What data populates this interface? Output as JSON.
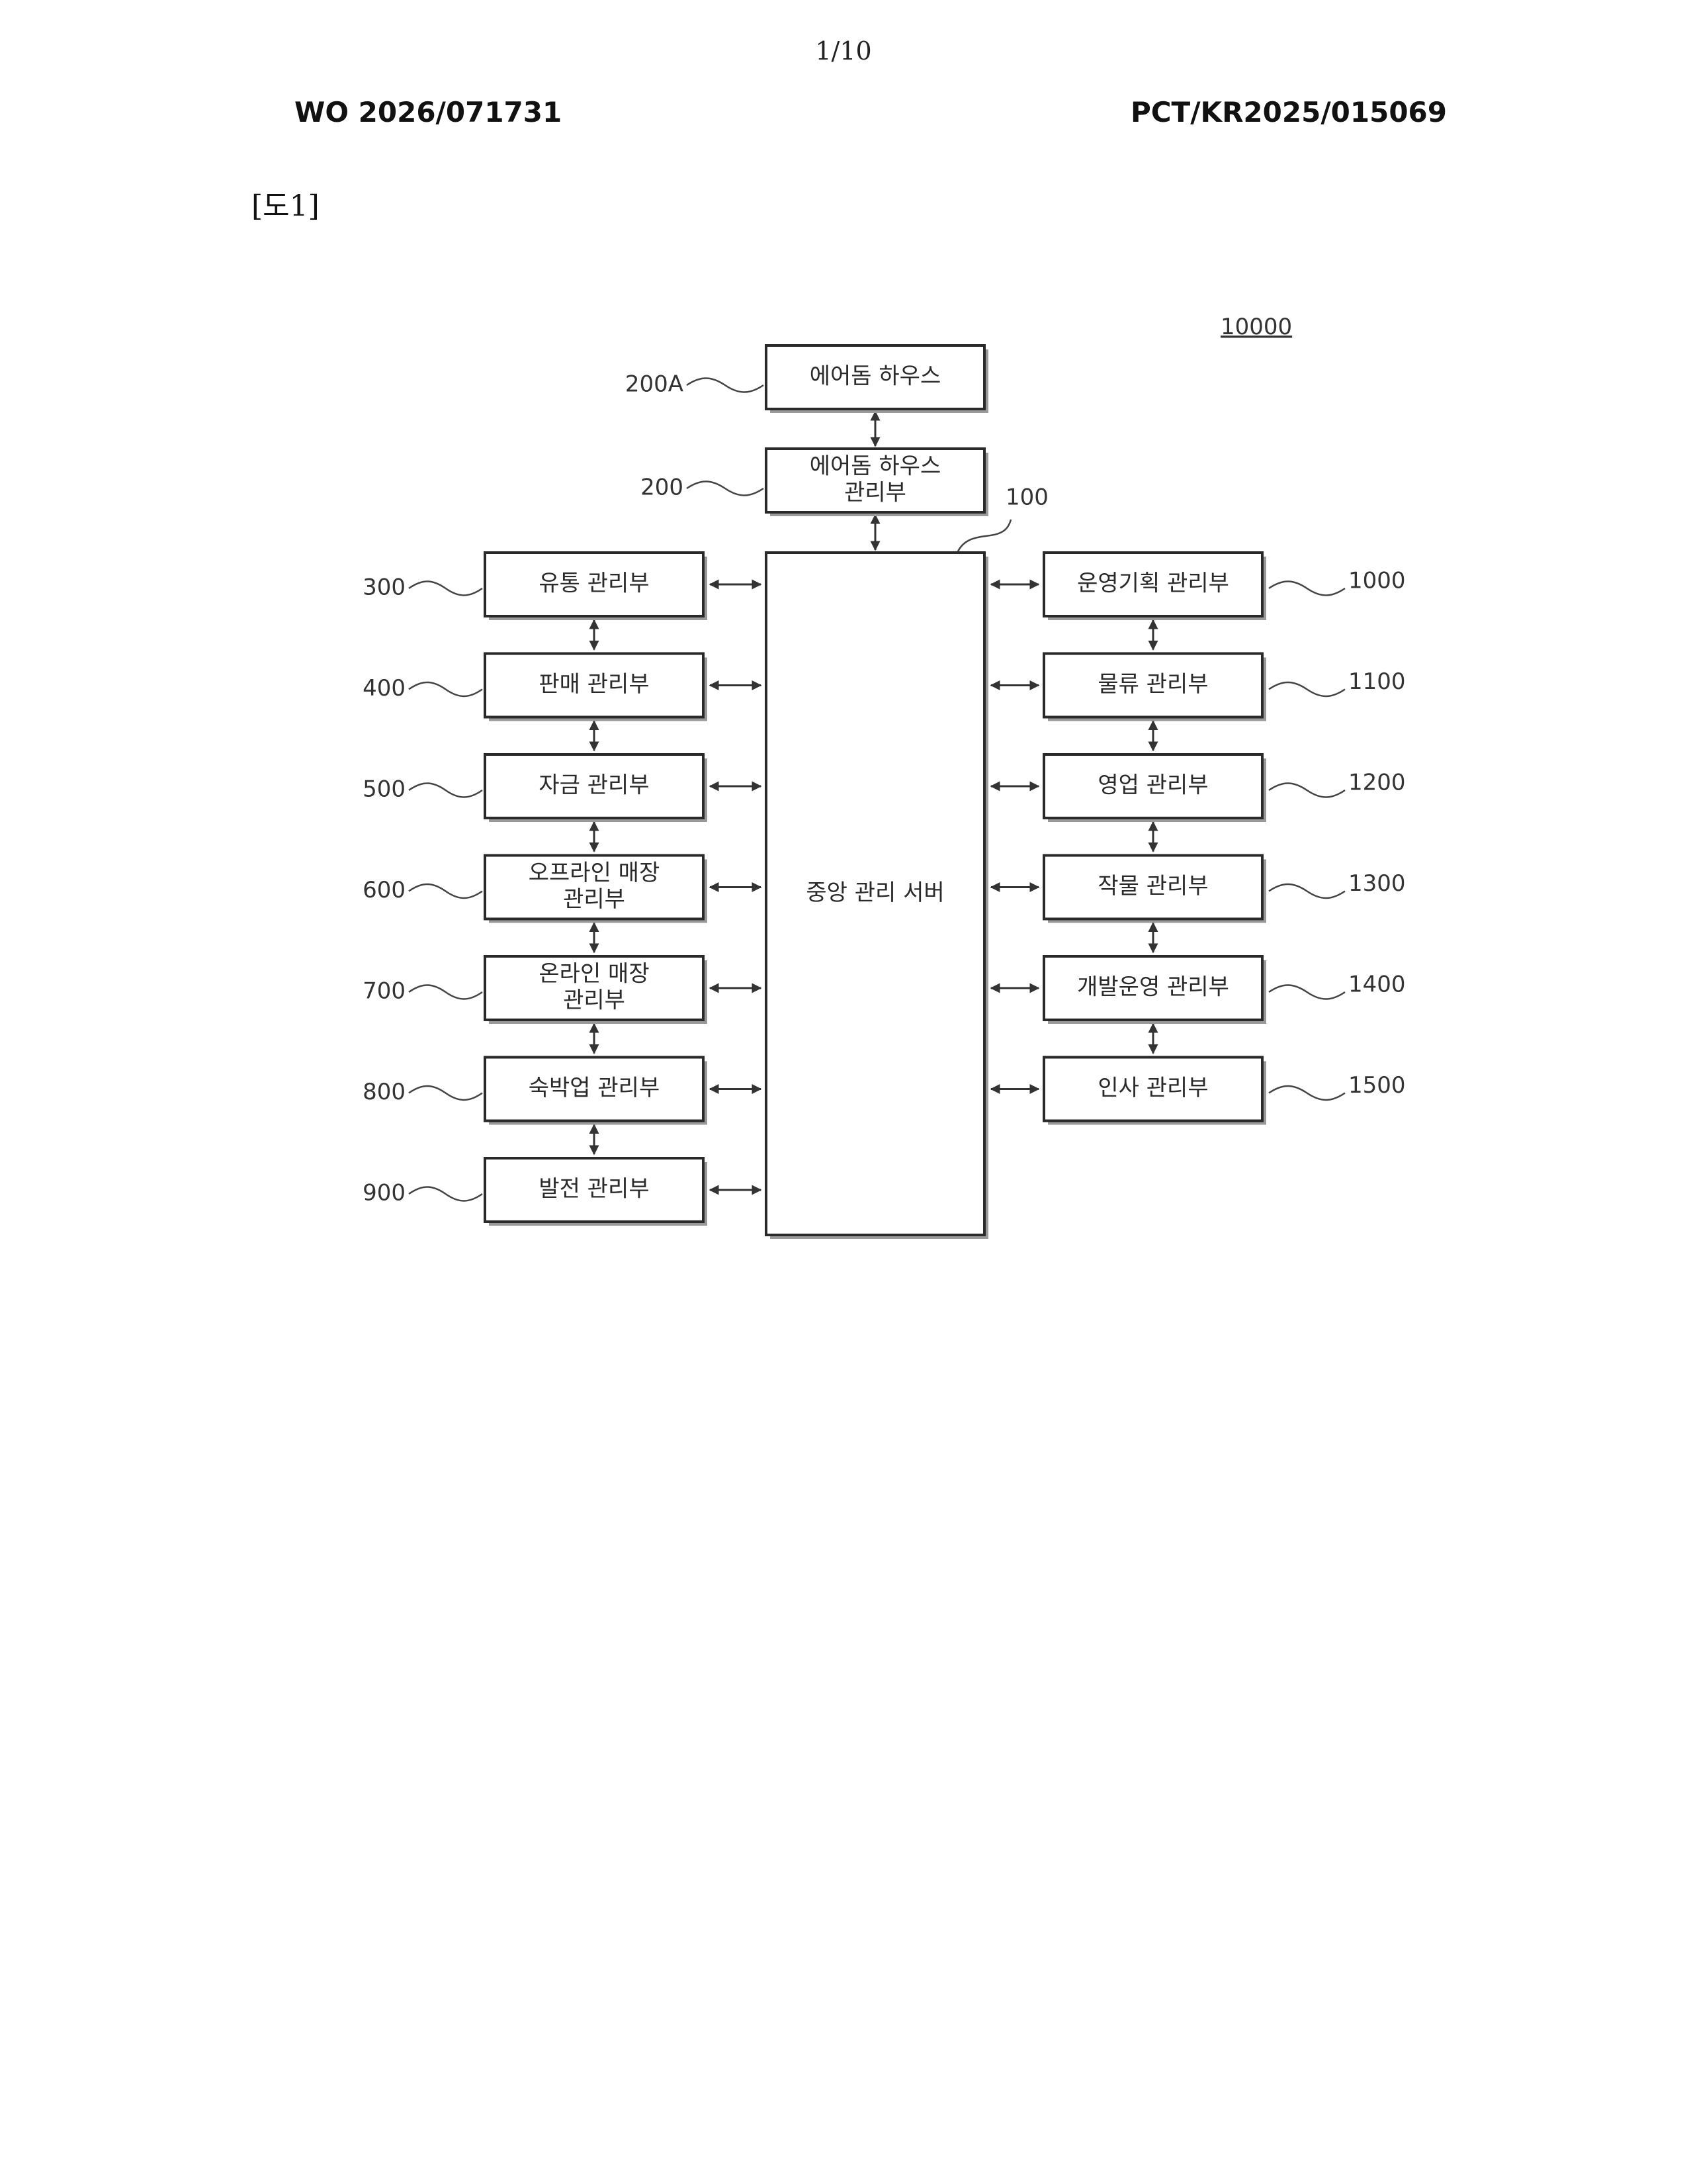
{
  "header": {
    "page_number": "1/10",
    "publication_number": "WO 2026/071731",
    "application_number": "PCT/KR2025/015069"
  },
  "figure": {
    "label": "[도1]",
    "system_ref": "10000",
    "top_nodes": [
      {
        "id": "airdome-house",
        "ref": "200A",
        "lines": [
          "에어돔 하우스"
        ]
      },
      {
        "id": "airdome-house-manager",
        "ref": "200",
        "lines": [
          "에어돔 하우스",
          "관리부"
        ]
      }
    ],
    "center_node": {
      "id": "central-server",
      "ref": "100",
      "lines": [
        "중앙 관리 서버"
      ]
    },
    "left_nodes": [
      {
        "id": "distribution-manager",
        "ref": "300",
        "lines": [
          "유통 관리부"
        ]
      },
      {
        "id": "sales-manager",
        "ref": "400",
        "lines": [
          "판매 관리부"
        ]
      },
      {
        "id": "funds-manager",
        "ref": "500",
        "lines": [
          "자금 관리부"
        ]
      },
      {
        "id": "offline-store-manager",
        "ref": "600",
        "lines": [
          "오프라인 매장",
          "관리부"
        ]
      },
      {
        "id": "online-store-manager",
        "ref": "700",
        "lines": [
          "온라인 매장",
          "관리부"
        ]
      },
      {
        "id": "lodging-manager",
        "ref": "800",
        "lines": [
          "숙박업 관리부"
        ]
      },
      {
        "id": "power-manager",
        "ref": "900",
        "lines": [
          "발전 관리부"
        ]
      }
    ],
    "right_nodes": [
      {
        "id": "operation-planning-manager",
        "ref": "1000",
        "lines": [
          "운영기획 관리부"
        ]
      },
      {
        "id": "logistics-manager",
        "ref": "1100",
        "lines": [
          "물류 관리부"
        ]
      },
      {
        "id": "business-manager",
        "ref": "1200",
        "lines": [
          "영업 관리부"
        ]
      },
      {
        "id": "crop-manager",
        "ref": "1300",
        "lines": [
          "작물 관리부"
        ]
      },
      {
        "id": "dev-operation-manager",
        "ref": "1400",
        "lines": [
          "개발운영 관리부"
        ]
      },
      {
        "id": "hr-manager",
        "ref": "1500",
        "lines": [
          "인사 관리부"
        ]
      }
    ]
  }
}
